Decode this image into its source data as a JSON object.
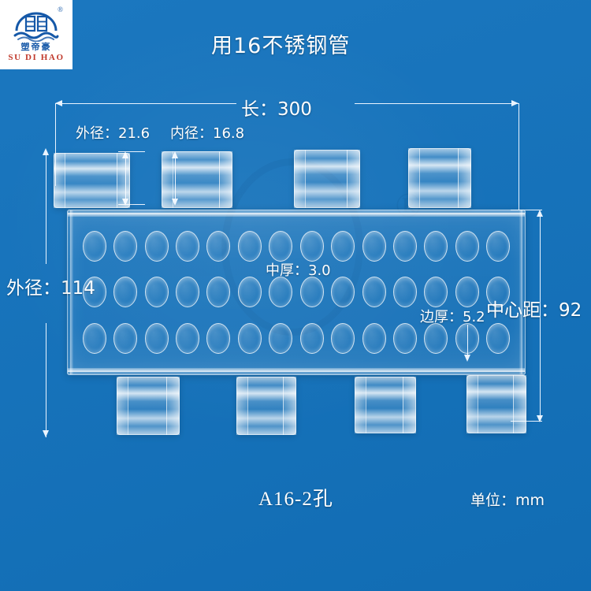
{
  "brand": {
    "cn_name": "塑帝豪",
    "en_name": "SU DI HAO",
    "registered_mark": "®"
  },
  "header": {
    "title": "用16不锈钢管"
  },
  "dimensions": {
    "length": "长：300",
    "outer_diameter_tube": "外径：21.6",
    "inner_diameter_tube": "内径：16.8",
    "outer_diameter_body": "外径：114",
    "middle_thickness": "中厚：3.0",
    "edge_thickness": "边厚：5.2",
    "center_distance": "中心距：92"
  },
  "footer": {
    "model_code": "A16-2孔",
    "unit": "单位：mm"
  },
  "colors": {
    "background": "#1272bd",
    "line": "#eaf4ff",
    "brand_blue": "#1558a8",
    "brand_red": "#c0392b"
  },
  "product": {
    "hole_rows": 3,
    "hole_columns": 14,
    "top_tubes": 4,
    "bottom_tubes": 4
  }
}
